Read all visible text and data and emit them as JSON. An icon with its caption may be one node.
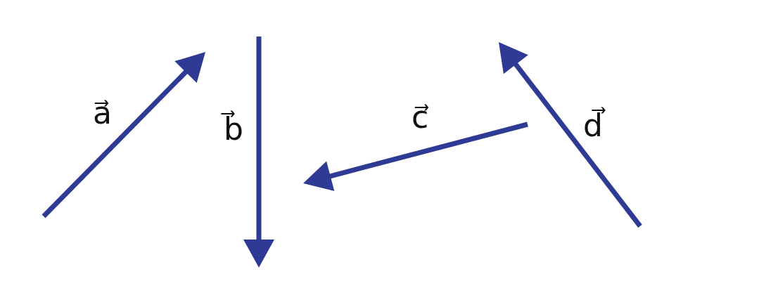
{
  "diagram": {
    "labels": [
      "a⃗",
      "b⃗",
      "c⃗",
      "d⃗"
    ]
  }
}
